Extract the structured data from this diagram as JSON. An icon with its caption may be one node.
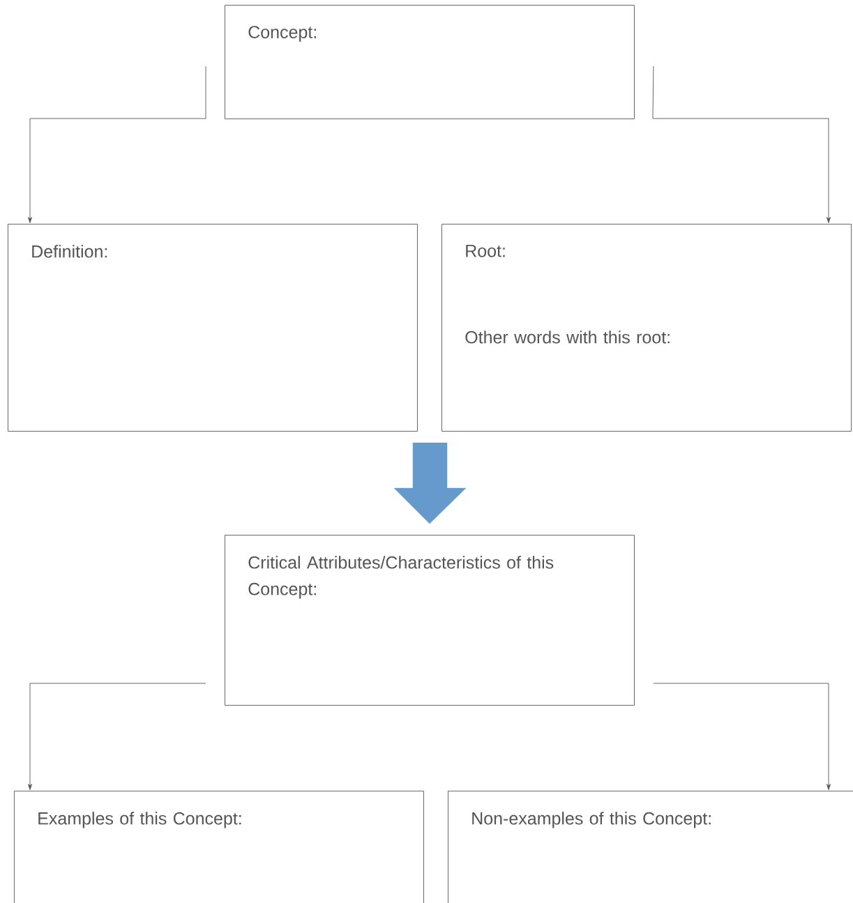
{
  "diagram": {
    "nodes": [
      {
        "text": [
          "Concept:"
        ]
      },
      {
        "text": [
          "Definition:"
        ]
      },
      {
        "text": [
          "Root:",
          "Other words with this root:"
        ]
      },
      {
        "text": [
          "Critical Attributes/Characteristics of this Concept:"
        ]
      },
      {
        "text": [
          "Examples of this Concept:"
        ]
      },
      {
        "text": [
          "Non-examples of this Concept:"
        ]
      }
    ],
    "edges": [
      {
        "from": 0,
        "to": 1,
        "arrow": "to"
      },
      {
        "from": 0,
        "to": 2,
        "arrow": "to"
      },
      {
        "from": null,
        "to": 3,
        "arrow": "to",
        "style": "thick",
        "color": "#6699cc"
      },
      {
        "from": 3,
        "to": 4,
        "arrow": "to"
      },
      {
        "from": 3,
        "to": 5,
        "arrow": "to"
      }
    ]
  }
}
